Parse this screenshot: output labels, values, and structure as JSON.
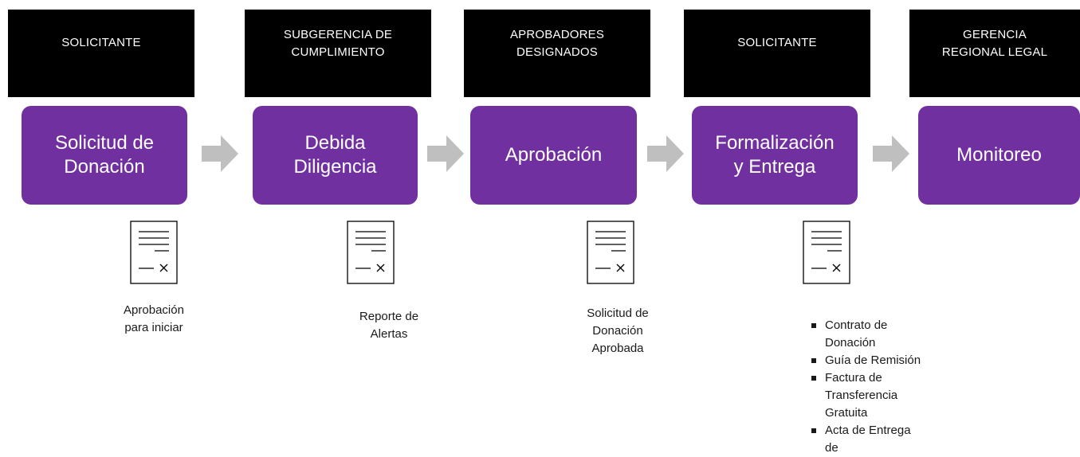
{
  "roles": [
    {
      "label": "SOLICITANTE"
    },
    {
      "label": "SUBGERENCIA DE\nCUMPLIMIENTO"
    },
    {
      "label": "APROBADORES\nDESIGNADOS"
    },
    {
      "label": "SOLICITANTE"
    },
    {
      "label": "GERENCIA\nREGIONAL LEGAL"
    }
  ],
  "steps": [
    {
      "label": "Solicitud de\nDonación"
    },
    {
      "label": "Debida\nDiligencia"
    },
    {
      "label": "Aprobación"
    },
    {
      "label": "Formalización\ny Entrega"
    },
    {
      "label": "Monitoreo"
    }
  ],
  "outputs": [
    {
      "label": "Aprobación\npara iniciar"
    },
    {
      "label": "Reporte de\nAlertas"
    },
    {
      "label": "Solicitud de\nDonación\nAprobada"
    }
  ],
  "deliverables": [
    "Contrato de\nDonación",
    "Guía de Remisión",
    "Factura de\nTransferencia\nGratuita",
    "Acta de Entrega de"
  ],
  "icons": {
    "arrow": "arrow-right-icon",
    "document": "document-icon"
  },
  "colors": {
    "role_bg": "#000000",
    "step_bg": "#7030a0",
    "arrow": "#bfbfbf"
  }
}
